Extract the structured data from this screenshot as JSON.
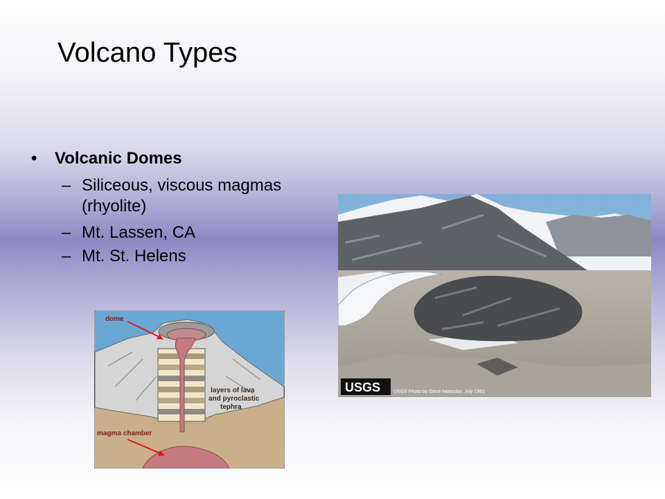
{
  "slide": {
    "title": "Volcano Types",
    "bullet": "Volcanic Domes",
    "sub_items": [
      " Siliceous, viscous magmas (rhyolite)",
      "Mt. Lassen, CA",
      "Mt. St. Helens"
    ]
  },
  "diagram": {
    "label_dome": "dome",
    "label_layers_1": "layers of lava",
    "label_layers_2": "and pyroclastic",
    "label_layers_3": "tephra",
    "label_chamber": "magma chamber"
  },
  "photo": {
    "logo_text": "USGS",
    "credit": "USGS Photo by Gene Iwatsubo, July 1981"
  },
  "colors": {
    "magma": "#c47a7f",
    "arrow": "#e01515",
    "ground": "#c9b08a",
    "sky": "#6aa8d4"
  }
}
